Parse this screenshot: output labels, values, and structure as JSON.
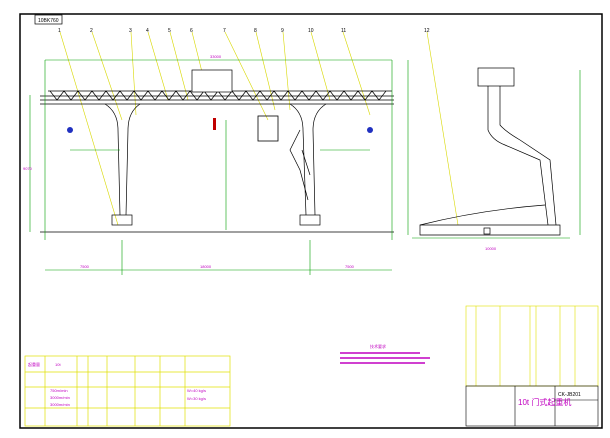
{
  "drawing": {
    "code_box": "10BK760",
    "title": "10t 门式起重机",
    "drawing_no": "CK-JB201",
    "part_numbers": [
      "1",
      "2",
      "3",
      "4",
      "5",
      "6",
      "7",
      "8",
      "9",
      "10",
      "11",
      "12"
    ],
    "dims": {
      "span_total": "33000",
      "span_main": "18000",
      "left_cant": "7500",
      "right_cant": "7500",
      "side_total": "10000",
      "height": "9070"
    },
    "notes_title": "技术要求",
    "param_header": [
      "起重量",
      "10t"
    ],
    "speeds": [
      "750m/min",
      "3000m/min",
      "3000m/min"
    ],
    "loads": [
      "W=40 kg/s",
      "W=30 kg/s"
    ]
  },
  "colors": {
    "line": "#000000",
    "dim": "#00a000",
    "leader": "#e0e000",
    "text": "#c000c0",
    "table": "#e0e000"
  }
}
